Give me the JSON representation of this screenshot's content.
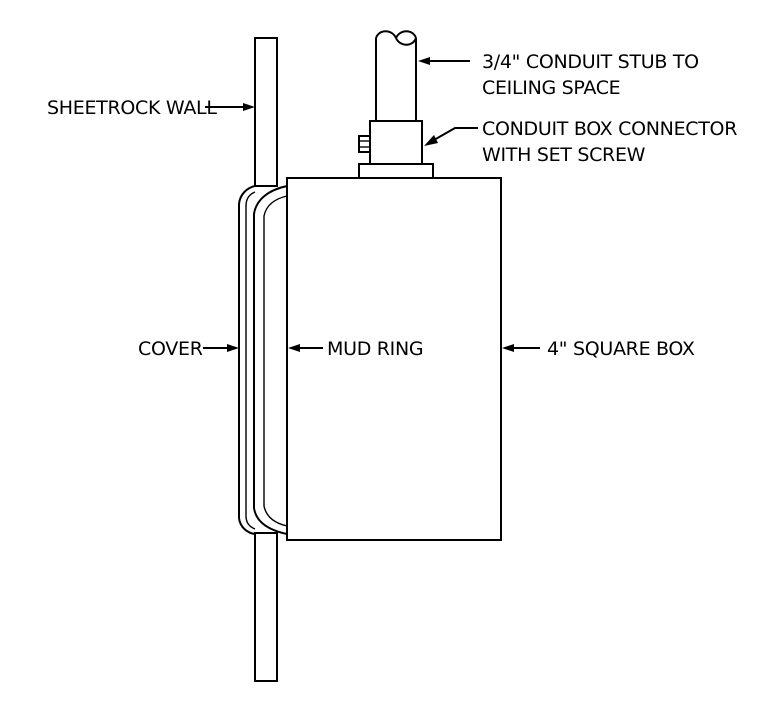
{
  "labels": {
    "sheetrock_wall": "SHEETROCK WALL",
    "conduit_stub_line1": "3/4\" CONDUIT STUB TO",
    "conduit_stub_line2": "CEILING SPACE",
    "connector_line1": "CONDUIT BOX CONNECTOR",
    "connector_line2": "WITH SET SCREW",
    "cover": "COVER",
    "mud_ring": "MUD RING",
    "square_box": "4\" SQUARE BOX"
  },
  "colors": {
    "line": "#000000",
    "background": "#ffffff"
  }
}
